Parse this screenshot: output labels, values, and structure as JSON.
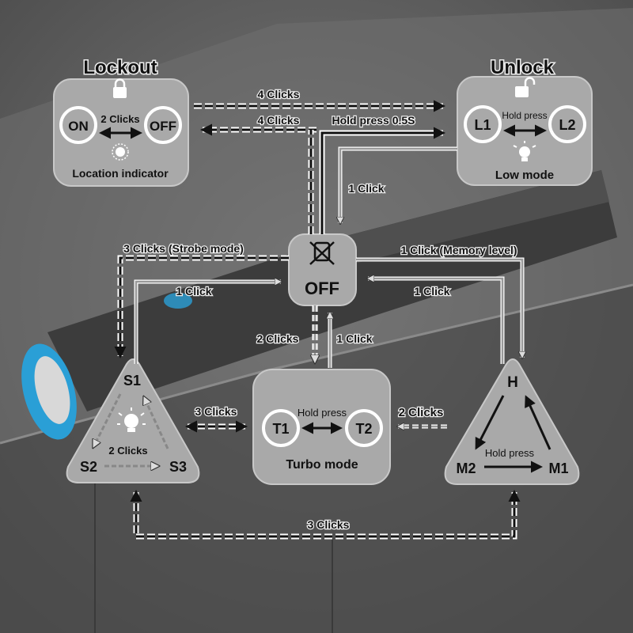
{
  "lockout": {
    "title": "Lockout",
    "on_label": "ON",
    "off_label": "OFF",
    "toggle_label": "2 Clicks",
    "caption": "Location indicator"
  },
  "unlock": {
    "title": "Unlock",
    "l1_label": "L1",
    "l2_label": "L2",
    "toggle_label": "Hold press",
    "caption": "Low mode"
  },
  "off_node": {
    "label": "OFF"
  },
  "strobe": {
    "s1_label": "S1",
    "s2_label": "S2",
    "s3_label": "S3",
    "cycle_label": "2 Clicks"
  },
  "turbo": {
    "t1_label": "T1",
    "t2_label": "T2",
    "toggle_label": "Hold press",
    "caption": "Turbo mode"
  },
  "levels": {
    "h_label": "H",
    "m1_label": "M1",
    "m2_label": "M2",
    "cycle_label": "Hold press"
  },
  "transitions": {
    "lock_to_unlock": "4 Clicks",
    "unlock_to_lock": "4 Clicks",
    "off_to_unlock_hold": "Hold press 0.5S",
    "unlock_to_off": "1 Click",
    "off_to_strobe": "3 Clicks (Strobe mode)",
    "strobe_to_off": "1 Click",
    "off_to_levels": "1 Click (Memory level)",
    "levels_to_off": "1 Click",
    "off_to_turbo": "2 Clicks",
    "turbo_to_off": "1 Click",
    "strobe_turbo": "3 Clicks",
    "levels_to_turbo": "2 Clicks",
    "strobe_levels_loop": "3 Clicks"
  },
  "colors": {
    "panel_fill": "#a9a9a9",
    "panel_stroke": "#c8c8c8",
    "arrow": "#111111",
    "dashed_arrow": "#ffffff",
    "flashlight_accent": "#2a9fd6"
  }
}
